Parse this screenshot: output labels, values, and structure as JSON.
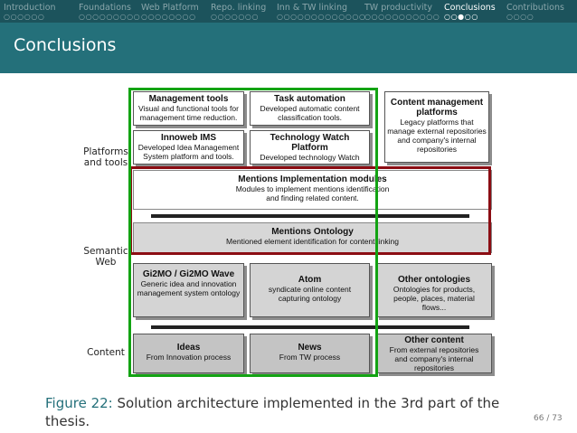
{
  "nav": {
    "sections": [
      {
        "label": "Introduction",
        "dots": "○○○○○○",
        "active": false
      },
      {
        "label": "Foundations",
        "dots": "○○○○○○○○○",
        "active": false
      },
      {
        "label": "Web Platform",
        "dots": "○○○○○○○○",
        "active": false
      },
      {
        "label": "Repo. linking",
        "dots": "○○○○○○○",
        "active": false
      },
      {
        "label": "Inn & TW linking",
        "dots": "○○○○○○○○○○○○○",
        "active": false
      },
      {
        "label": "TW productivity",
        "dots": "○○○○○○○○○○○",
        "active": false
      },
      {
        "label": "Conclusions",
        "dots": "○○●○○",
        "active": true
      },
      {
        "label": "Contributions",
        "dots": "○○○○",
        "active": false
      }
    ]
  },
  "title": "Conclusions",
  "diagram": {
    "row_labels": {
      "platforms": "Platforms and tools",
      "semantic": "Semantic Web",
      "content": "Content"
    },
    "boxes": {
      "mgmt_tools": {
        "title": "Management tools",
        "desc": "Visual and functional tools for management time reduction."
      },
      "task_auto": {
        "title": "Task automation",
        "desc": "Developed automatic content classification tools."
      },
      "cms": {
        "title": "Content management platforms",
        "desc": "Legacy platforms that manage external repositories and company's internal repositories"
      },
      "innoweb": {
        "title": "Innoweb IMS",
        "desc": "Developed Idea Management System platform and tools."
      },
      "tw_platform": {
        "title": "Technology Watch Platform",
        "desc": "Developed technology Watch platform and tools."
      },
      "mentions_impl": {
        "title": "Mentions Implementation modules",
        "desc": "Modules to implement mentions identification and finding related content."
      },
      "mentions_onto": {
        "title": "Mentions Ontology",
        "desc": "Mentioned element identification for content linking"
      },
      "gi2mo": {
        "title": "Gi2MO / Gi2MO Wave",
        "desc": "Generic idea and innovation management system ontology"
      },
      "atom": {
        "title": "Atom",
        "desc": "syndicate online content capturing ontology"
      },
      "other_onto": {
        "title": "Other ontologies",
        "desc": "Ontologies for products, people, places, material flows..."
      },
      "ideas": {
        "title": "Ideas",
        "desc": "From Innovation process"
      },
      "news": {
        "title": "News",
        "desc": "From TW process"
      },
      "other_content": {
        "title": "Other content",
        "desc": "From external repositories and company's internal repositories"
      }
    }
  },
  "caption": {
    "label": "Figure 22:",
    "text": "Solution architecture implemented in the 3rd part of the thesis."
  },
  "page": "66 / 73",
  "colors": {
    "nav_bg": "#1c535c",
    "title_bg": "#24707a",
    "red_frame": "#8b0d13",
    "green_frame": "#13a313"
  }
}
